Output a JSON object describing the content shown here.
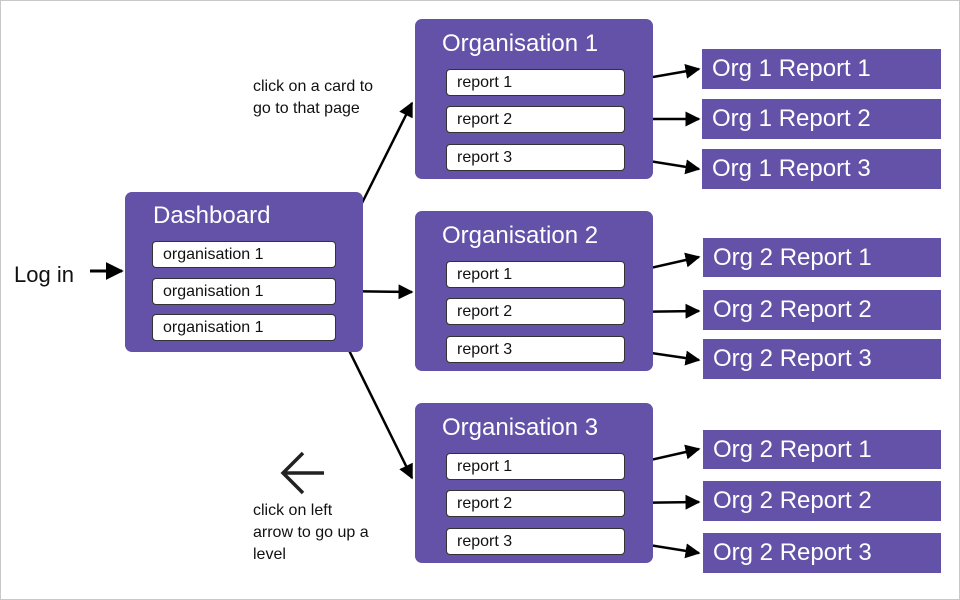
{
  "login_label": "Log in",
  "dashboard": {
    "title": "Dashboard",
    "items": [
      "organisation 1",
      "organisation 1",
      "organisation 1"
    ]
  },
  "organisations": [
    {
      "title": "Organisation 1",
      "items": [
        "report 1",
        "report 2",
        "report 3"
      ]
    },
    {
      "title": "Organisation 2",
      "items": [
        "report 1",
        "report 2",
        "report 3"
      ]
    },
    {
      "title": "Organisation 3",
      "items": [
        "report 1",
        "report 2",
        "report 3"
      ]
    }
  ],
  "report_pages": [
    [
      "Org 1 Report 1",
      "Org 1 Report 2",
      "Org 1 Report 3"
    ],
    [
      "Org 2 Report 1",
      "Org 2 Report 2",
      "Org 2 Report 3"
    ],
    [
      "Org 2 Report 1",
      "Org 2 Report 2",
      "Org 2 Report 3"
    ]
  ],
  "notes": {
    "card_click": [
      "click on a card to",
      "go to that page"
    ],
    "back_arrow": [
      "click on left",
      "arrow to go up a",
      "level"
    ]
  },
  "colors": {
    "box": "#6352a8",
    "arrow": "#000000",
    "back_arrow": "#222222"
  },
  "icons": {
    "back": "left-arrow-icon"
  }
}
